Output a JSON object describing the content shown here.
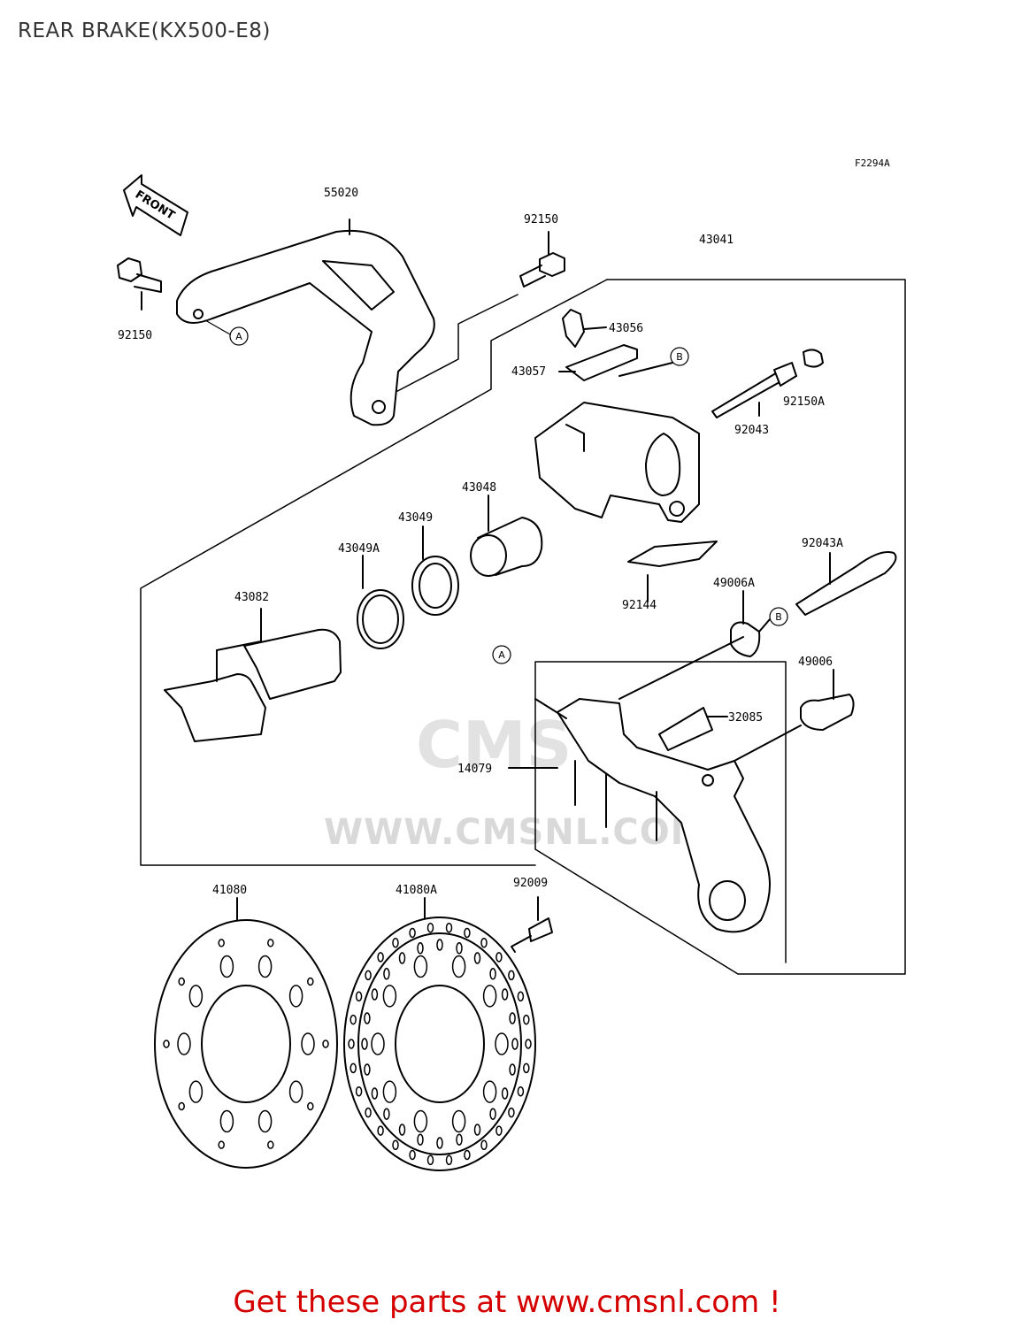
{
  "title": "REAR BRAKE(KX500-E8)",
  "figure_code": "F2294A",
  "front_label": "FRONT",
  "watermark": {
    "logo": "CMS",
    "url": "WWW.CMSNL.COM"
  },
  "ref_markers": [
    "A",
    "B"
  ],
  "part_numbers": {
    "p55020": "55020",
    "p92150_left": "92150",
    "p92150_top": "92150",
    "p43041": "43041",
    "p43056": "43056",
    "p43057": "43057",
    "p92150A": "92150A",
    "p92043": "92043",
    "p43048": "43048",
    "p43049": "43049",
    "p43049A": "43049A",
    "p43082": "43082",
    "p92043A": "92043A",
    "p92144": "92144",
    "p49006A": "49006A",
    "p49006": "49006",
    "p32085": "32085",
    "p14079": "14079",
    "p41080": "41080",
    "p41080A": "41080A",
    "p92009": "92009"
  },
  "footer": "Get these parts at www.cmsnl.com !"
}
